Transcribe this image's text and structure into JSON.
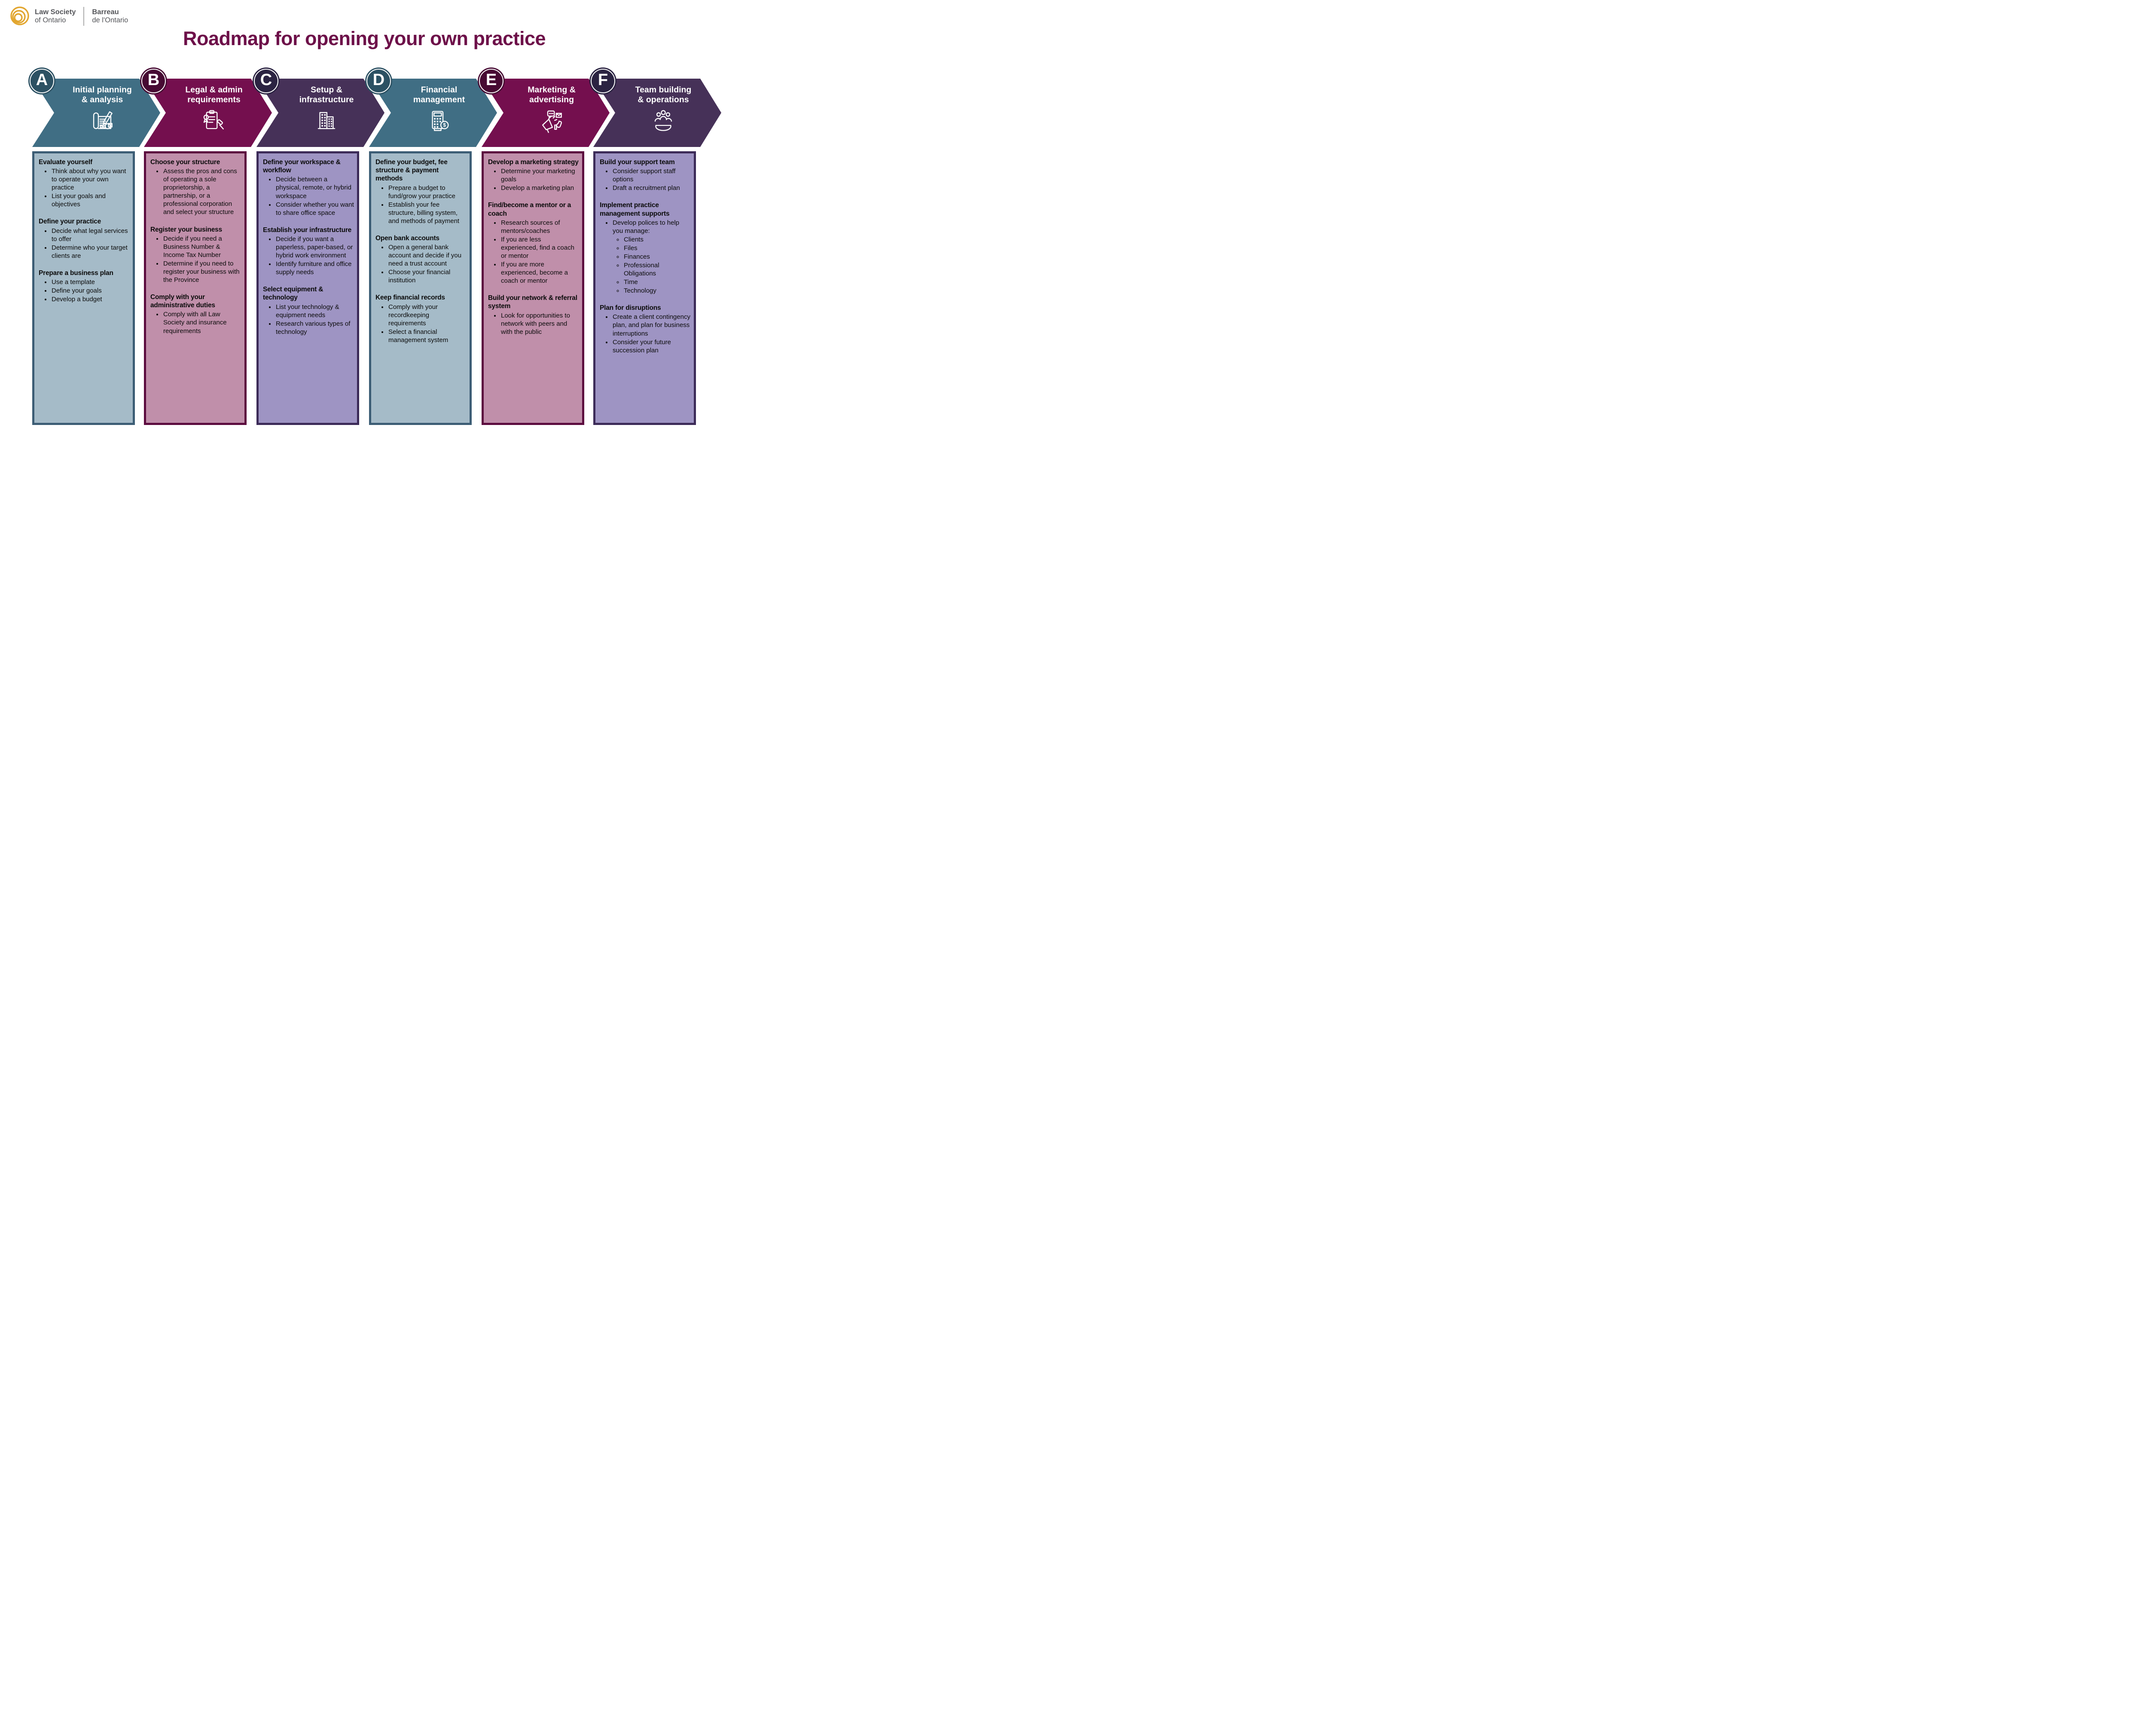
{
  "page": {
    "title": "Roadmap for opening your own practice"
  },
  "logo": {
    "en_line1": "Law Society",
    "en_line2": "of Ontario",
    "fr_line1": "Barreau",
    "fr_line2": "de l'Ontario"
  },
  "palette": {
    "title_color": "#6D1049",
    "logo_gold": "#E2A62F",
    "logo_text_color": "#55565A",
    "themes": {
      "teal": {
        "band": "#406E84",
        "badge": "#2C5163",
        "panel": "#A5BBC8",
        "border": "#3C5D75"
      },
      "plum": {
        "band": "#740F4E",
        "badge": "#470A33",
        "panel": "#C08FAA",
        "border": "#5C0B3F"
      },
      "purple": {
        "band": "#463158",
        "badge": "#2B2342",
        "panel": "#9E94C3",
        "border": "#3C2B58"
      }
    }
  },
  "steps": [
    {
      "letter": "A",
      "title_lines": [
        "Initial planning",
        "& analysis"
      ],
      "icon": "plan-pencil-icon",
      "theme": "teal",
      "sections": [
        {
          "heading": "Evaluate yourself",
          "bullets": [
            "Think about why you want to operate your own practice",
            "List your goals and objectives"
          ]
        },
        {
          "heading": "Define your practice",
          "bullets": [
            "Decide what legal services to offer",
            "Determine who your target clients are"
          ]
        },
        {
          "heading": "Prepare a business plan",
          "bullets": [
            "Use a template",
            "Define your goals",
            "Develop a budget"
          ]
        }
      ]
    },
    {
      "letter": "B",
      "title_lines": [
        "Legal & admin",
        "requirements"
      ],
      "icon": "clipboard-gavel-icon",
      "theme": "plum",
      "sections": [
        {
          "heading": "Choose your structure",
          "bullets": [
            "Assess the pros and cons of operating a sole proprietorship, a partnership, or a professional corporation and select your structure"
          ]
        },
        {
          "heading": "Register your business",
          "bullets": [
            "Decide if you need a Business Number & Income Tax Number",
            "Determine if you need to register your business with the Province"
          ]
        },
        {
          "heading": "Comply with your administrative duties",
          "bullets": [
            "Comply with all Law Society and insurance requirements"
          ]
        }
      ]
    },
    {
      "letter": "C",
      "title_lines": [
        "Setup &",
        "infrastructure"
      ],
      "icon": "office-buildings-icon",
      "theme": "purple",
      "sections": [
        {
          "heading": "Define your workspace & workflow",
          "bullets": [
            "Decide between a physical, remote, or hybrid workspace",
            "Consider whether you want to share office space"
          ]
        },
        {
          "heading": "Establish your infrastructure",
          "bullets": [
            "Decide if you want a paperless, paper-based, or hybrid work environment",
            "Identify furniture and office supply needs"
          ]
        },
        {
          "heading": "Select equipment & technology",
          "bullets": [
            "List your technology & equipment needs",
            "Research various types of technology"
          ]
        }
      ]
    },
    {
      "letter": "D",
      "title_lines": [
        "Financial",
        "management"
      ],
      "icon": "calculator-coin-icon",
      "theme": "teal",
      "sections": [
        {
          "heading": "Define your budget, fee structure & payment methods",
          "bullets": [
            "Prepare a budget to fund/grow your practice",
            "Establish your fee structure, billing system, and methods of payment"
          ]
        },
        {
          "heading": "Open bank accounts",
          "bullets": [
            "Open a general bank account and decide if  you need a trust account",
            "Choose your financial institution"
          ]
        },
        {
          "heading": "Keep financial records",
          "bullets": [
            "Comply with your recordkeeping requirements",
            "Select a financial management system"
          ]
        }
      ]
    },
    {
      "letter": "E",
      "title_lines": [
        "Marketing &",
        "advertising"
      ],
      "icon": "megaphone-marketing-icon",
      "theme": "plum",
      "sections": [
        {
          "heading": "Develop a marketing strategy",
          "bullets": [
            "Determine your marketing goals",
            "Develop a marketing plan"
          ]
        },
        {
          "heading": "Find/become a mentor or a coach",
          "bullets": [
            "Research sources of mentors/coaches",
            "If you are less experienced, find a coach or mentor",
            "If you are more experienced, become a coach or mentor"
          ]
        },
        {
          "heading": "Build your network & referral system",
          "bullets": [
            "Look for opportunities to network with peers and with the public"
          ]
        }
      ]
    },
    {
      "letter": "F",
      "title_lines": [
        "Team building",
        "& operations"
      ],
      "icon": "team-hand-icon",
      "theme": "purple",
      "sections": [
        {
          "heading": "Build your support team",
          "bullets": [
            "Consider support staff options",
            "Draft a recruitment plan"
          ]
        },
        {
          "heading": "Implement practice management supports",
          "bullets": [
            {
              "text": "Develop polices to help you manage:",
              "sub": [
                "Clients",
                "Files",
                "Finances",
                "Professional Obligations",
                "Time",
                "Technology"
              ]
            }
          ]
        },
        {
          "heading": "Plan for disruptions",
          "bullets": [
            "Create a client contingency plan, and plan for business interruptions",
            "Consider your future succession plan"
          ]
        }
      ]
    }
  ]
}
